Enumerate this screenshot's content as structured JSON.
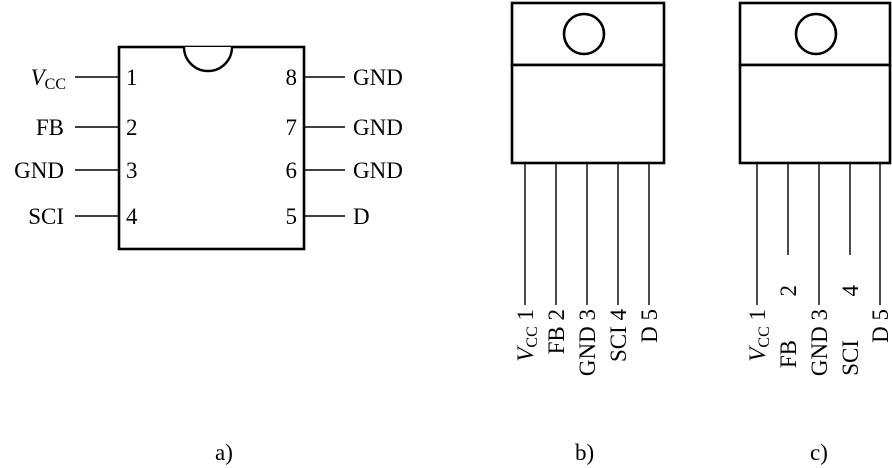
{
  "dip8": {
    "caption": "a)",
    "left_pins": [
      {
        "num": "1",
        "main": "V",
        "sub": "CC",
        "italic": true
      },
      {
        "num": "2",
        "main": "FB",
        "sub": ""
      },
      {
        "num": "3",
        "main": "GND",
        "sub": ""
      },
      {
        "num": "4",
        "main": "SCI",
        "sub": ""
      }
    ],
    "right_pins": [
      {
        "num": "8",
        "main": "GND",
        "sub": ""
      },
      {
        "num": "7",
        "main": "GND",
        "sub": ""
      },
      {
        "num": "6",
        "main": "GND",
        "sub": ""
      },
      {
        "num": "5",
        "main": "D",
        "sub": ""
      }
    ]
  },
  "to220_b": {
    "caption": "b)",
    "pins": [
      {
        "num": "1",
        "main": "V",
        "sub": "CC",
        "italic": true
      },
      {
        "num": "2",
        "main": "FB",
        "sub": ""
      },
      {
        "num": "3",
        "main": "GND",
        "sub": ""
      },
      {
        "num": "4",
        "main": "SCI",
        "sub": ""
      },
      {
        "num": "5",
        "main": "D",
        "sub": ""
      }
    ]
  },
  "to220_c": {
    "caption": "c)",
    "pins": [
      {
        "num": "1",
        "main": "V",
        "sub": "CC",
        "italic": true
      },
      {
        "num": "",
        "main": "FB",
        "sub": ""
      },
      {
        "num": "3",
        "main": "GND",
        "sub": ""
      },
      {
        "num": "",
        "main": "SCI",
        "sub": ""
      },
      {
        "num": "5",
        "main": "D",
        "sub": ""
      }
    ],
    "short_pin_numbers": [
      "2",
      "4"
    ]
  }
}
